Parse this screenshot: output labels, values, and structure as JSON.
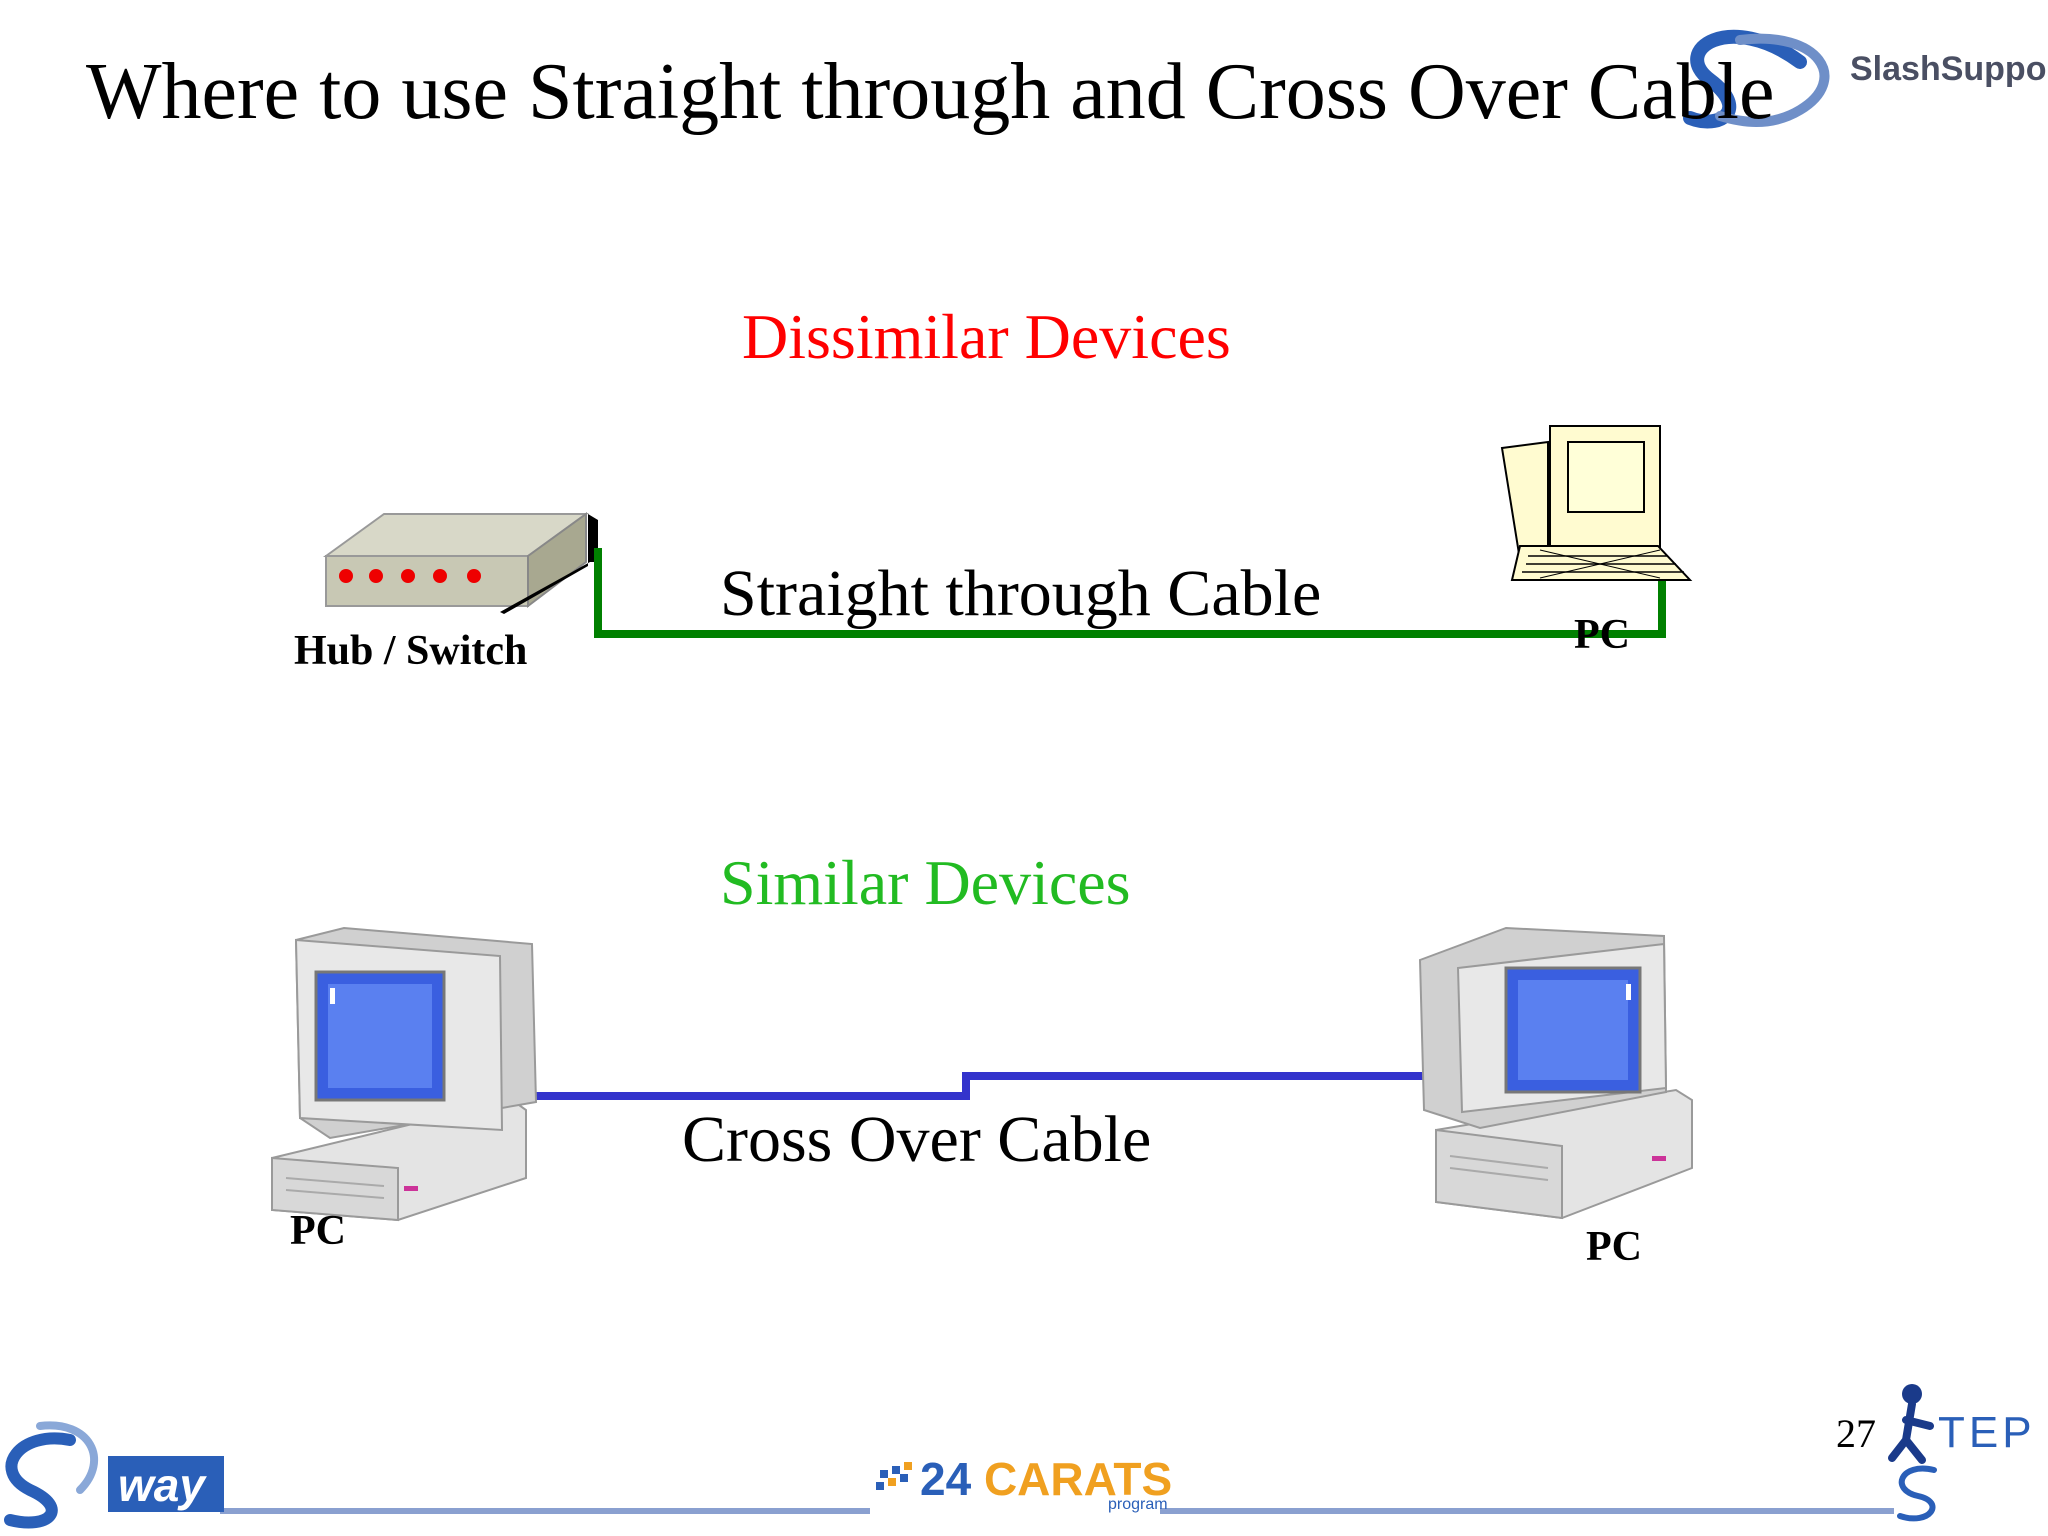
{
  "slide": {
    "title": "Where to use Straight through and Cross Over Cable",
    "page_number": "27"
  },
  "branding": {
    "top_right": "SlashSupport",
    "footer_way": "way",
    "footer_carats_num": "24",
    "footer_carats_word": "CARATS",
    "footer_carats_sub": "program",
    "footer_step": "TEP"
  },
  "sections": {
    "dissimilar": {
      "heading": "Dissimilar Devices",
      "heading_color": "#ff0000",
      "cable_label": "Straight through Cable",
      "cable_color": "#008000",
      "left_device": "Hub / Switch",
      "right_device": "PC"
    },
    "similar": {
      "heading": "Similar Devices",
      "heading_color": "#22bb22",
      "cable_label": "Cross Over Cable",
      "cable_color": "#3333cc",
      "left_device": "PC",
      "right_device": "PC"
    }
  }
}
